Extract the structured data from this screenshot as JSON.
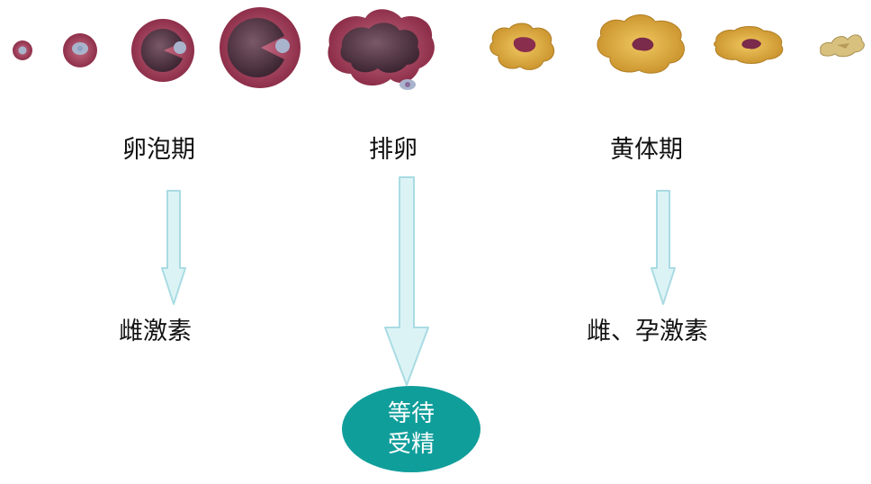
{
  "stages": {
    "follicular": "卵泡期",
    "ovulation": "排卵",
    "luteal": "黄体期"
  },
  "hormones": {
    "follicular": "雌激素",
    "luteal": "雌、孕激素"
  },
  "outcome": {
    "line1": "等待",
    "line2": "受精"
  },
  "colors": {
    "follicle_wall": "#a8405a",
    "follicle_cavity": "#5a3a4a",
    "oocyte": "#a9b4cc",
    "corpus_luteum": "#e2b040",
    "corpus_center": "#7a2a4a",
    "arrow_fill": "#dcf3f6",
    "arrow_stroke": "#a9dbe3",
    "oval_fill": "#109e9b"
  }
}
